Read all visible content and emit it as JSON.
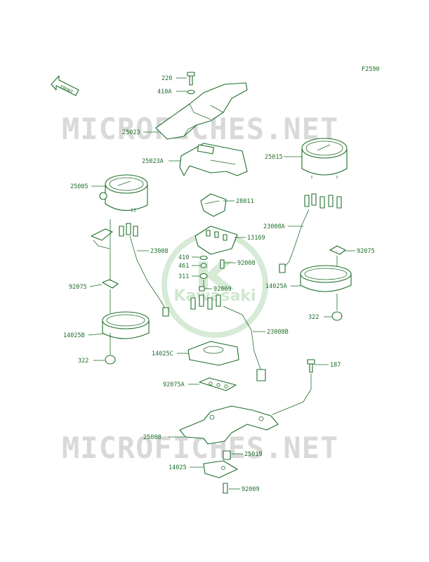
{
  "figure_code": "F2590",
  "watermark": {
    "text": "MICROFICHES.NET",
    "logo_text": "Kawasaki"
  },
  "front_label": "FRONT",
  "colors": {
    "line": "#1f6e2a",
    "fill": "#cfe6cf",
    "watermark": "#d9d9d9"
  },
  "labels": [
    {
      "id": "220",
      "text": "220"
    },
    {
      "id": "410A",
      "text": "410A"
    },
    {
      "id": "25023",
      "text": "25023"
    },
    {
      "id": "25023A",
      "text": "25023A"
    },
    {
      "id": "25015",
      "text": "25015"
    },
    {
      "id": "25005",
      "text": "25005"
    },
    {
      "id": "28011",
      "text": "28011"
    },
    {
      "id": "23008A",
      "text": "23008A"
    },
    {
      "id": "13169",
      "text": "13169"
    },
    {
      "id": "23008",
      "text": "23008"
    },
    {
      "id": "92075R",
      "text": "92075"
    },
    {
      "id": "410",
      "text": "410"
    },
    {
      "id": "92008",
      "text": "92008"
    },
    {
      "id": "461",
      "text": "461"
    },
    {
      "id": "311",
      "text": "311"
    },
    {
      "id": "14025A",
      "text": "14025A"
    },
    {
      "id": "92069",
      "text": "92069"
    },
    {
      "id": "92075L",
      "text": "92075"
    },
    {
      "id": "322R",
      "text": "322"
    },
    {
      "id": "23008B",
      "text": "23008B"
    },
    {
      "id": "14025B",
      "text": "14025B"
    },
    {
      "id": "14025C",
      "text": "14025C"
    },
    {
      "id": "322L",
      "text": "322"
    },
    {
      "id": "187",
      "text": "187"
    },
    {
      "id": "92075A",
      "text": "92075A"
    },
    {
      "id": "25008",
      "text": "25008"
    },
    {
      "id": "25019",
      "text": "25019"
    },
    {
      "id": "14025",
      "text": "14025"
    },
    {
      "id": "92009",
      "text": "92009"
    }
  ]
}
